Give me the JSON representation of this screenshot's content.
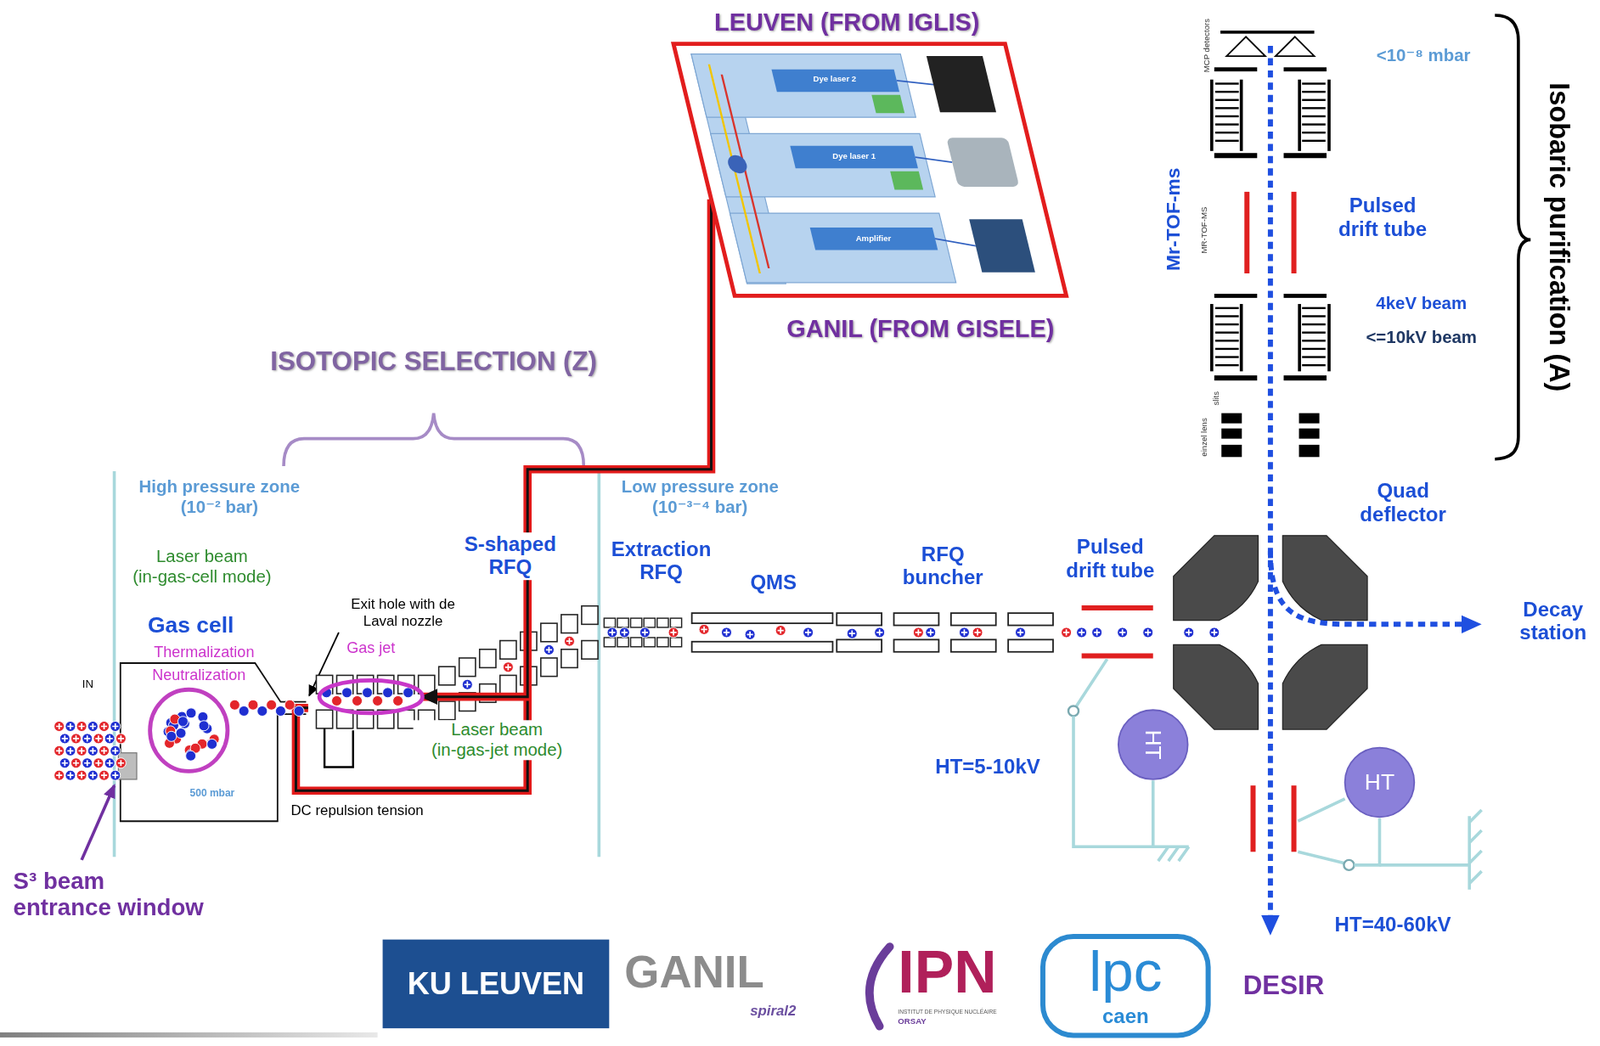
{
  "diagram": {
    "nodes": [
      {
        "text": [
          "LEUVEN (FROM IGLIS)",
          "GANIL (FROM GISELE)"
        ]
      },
      {
        "text": [
          "Gas jet"
        ]
      },
      {
        "text": [
          "HT"
        ]
      },
      {
        "text": [
          "HT"
        ]
      },
      {
        "text": [
          "KU LEUVEN"
        ]
      }
    ],
    "edges": [
      {
        "from": 0,
        "to": 1,
        "arrow": "to"
      }
    ],
    "labels": [
      "Isobaric purification (A)",
      "<10⁻⁸ mbar",
      "MCP detectors",
      "Mr-TOF-ms",
      "MR-TOF-MS",
      "Pulsed drift tube",
      "4keV beam",
      "<=10kV beam",
      "slits",
      "einzel lens",
      "Dye laser 2",
      "Dye laser 1",
      "Amplifier",
      "ISOTOPIC SELECTION (Z)",
      "High pressure zone (10⁻² bar)",
      "Low pressure zone (10⁻³⁻⁴ bar)",
      "Laser beam (in-gas-cell mode)",
      "Gas cell",
      "Thermalization",
      "Neutralization",
      "Exit hole with de Laval nozzle",
      "S-shaped RFQ",
      "Extraction RFQ",
      "QMS",
      "RFQ buncher",
      "Pulsed drift tube",
      "Quad deflector",
      "Decay station",
      "IN",
      "Laser beam (in-gas-jet mode)",
      "500 mbar",
      "DC repulsion tension",
      "HT=5-10kV",
      "S³ beam entrance window",
      "HT=40-60kV",
      "DESIR",
      "GANIL",
      "spiral2",
      "IPN",
      "INSTITUT DE PHYSIQUE NUCLÉAIRE",
      "ORSAY",
      "lpc",
      "caen"
    ]
  }
}
